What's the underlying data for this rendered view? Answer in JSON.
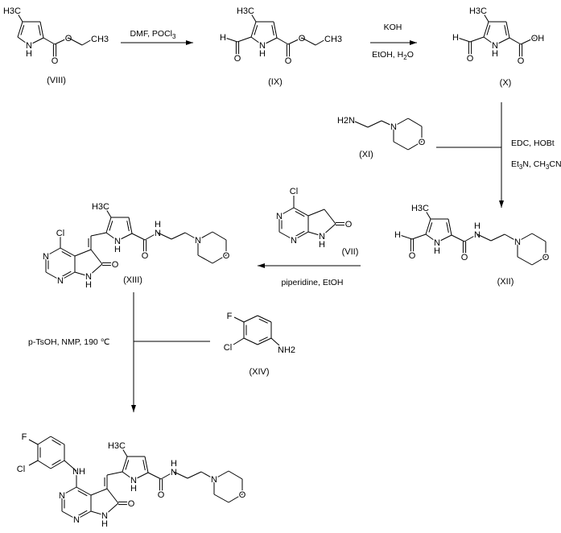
{
  "conditions": {
    "step1": "DMF, POCl3",
    "step2_top": "KOH",
    "step2_bottom": "EtOH, H2O",
    "step3_top": "EDC, HOBt",
    "step3_bottom": "Et3N, CH3CN",
    "step4": "piperidine, EtOH",
    "step5": "p-TsOH, NMP, 190 ℃"
  },
  "molecules": {
    "VIII": {
      "label": "(VIII)",
      "atoms": {
        "methyl": "H3C",
        "pyrrole_n": "N",
        "pyrrole_h": "H",
        "carbonyl_o": "O",
        "ester_o": "O",
        "ethyl_ch3": "CH3"
      }
    },
    "IX": {
      "label": "(IX)",
      "atoms": {
        "methyl": "H3C",
        "pyrrole_n": "N",
        "pyrrole_h": "H",
        "aldehyde_h": "H",
        "aldehyde_o": "O",
        "carbonyl_o": "O",
        "ester_o": "O",
        "ethyl_ch3": "CH3"
      }
    },
    "X": {
      "label": "(X)",
      "atoms": {
        "methyl": "H3C",
        "pyrrole_n": "N",
        "pyrrole_h": "H",
        "aldehyde_h": "H",
        "aldehyde_o": "O",
        "carbonyl_o": "O",
        "acid_oh": "OH"
      }
    },
    "XI": {
      "label": "(XI)",
      "atoms": {
        "amine": "H2N",
        "morpholine_n": "N",
        "morpholine_o": "O"
      }
    },
    "XII": {
      "label": "(XII)",
      "atoms": {
        "methyl": "H3C",
        "pyrrole_n": "N",
        "pyrrole_h": "H",
        "aldehyde_h": "H",
        "aldehyde_o": "O",
        "amide_o": "O",
        "amide_n": "N",
        "amide_h": "H",
        "morpholine_n": "N",
        "morpholine_o": "O"
      }
    },
    "VII": {
      "label": "(VII)",
      "atoms": {
        "chloro": "Cl",
        "pyrimidine_n5": "N",
        "pyrimidine_n7": "N",
        "lactam_n": "N",
        "lactam_h": "H",
        "lactam_o": "O"
      }
    },
    "XIII": {
      "label": "(XIII)",
      "atoms": {
        "chloro": "Cl",
        "pyrimidine_n5": "N",
        "pyrimidine_n7": "N",
        "lactam_n": "N",
        "lactam_h": "H",
        "lactam_o": "O",
        "methyl": "H3C",
        "pyrrole_n": "N",
        "pyrrole_h": "H",
        "amide_o": "O",
        "amide_n": "N",
        "amide_h": "H",
        "morpholine_n": "N",
        "morpholine_o": "O"
      }
    },
    "XIV": {
      "label": "(XIV)",
      "atoms": {
        "fluoro": "F",
        "chloro": "Cl",
        "amine": "NH2"
      }
    },
    "product": {
      "atoms": {
        "fluoro": "F",
        "chloro": "Cl",
        "anilino_nh": "NH",
        "pyrimidine_n5": "N",
        "pyrimidine_n7": "N",
        "lactam_n": "N",
        "lactam_h": "H",
        "lactam_o": "O",
        "methyl": "H3C",
        "pyrrole_n": "N",
        "pyrrole_h": "H",
        "amide_o": "O",
        "amide_n": "N",
        "amide_h": "H",
        "morpholine_n": "N",
        "morpholine_o": "O"
      }
    }
  }
}
